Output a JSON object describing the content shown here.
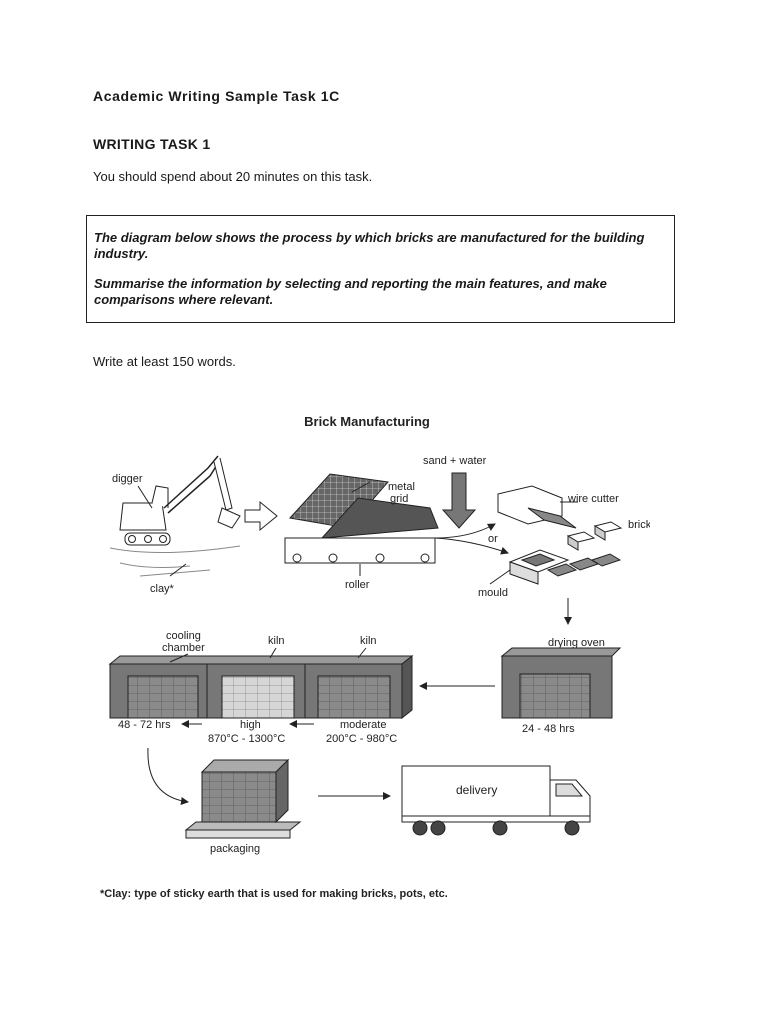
{
  "document": {
    "heading": "Academic Writing Sample Task 1C",
    "task_title": "WRITING TASK 1",
    "instruction": "You should spend about 20 minutes on this task.",
    "prompt": {
      "line1": "The diagram below shows the process by which bricks are manufactured for the building industry.",
      "line2": "Summarise the information by selecting and reporting the main features, and make comparisons where relevant."
    },
    "word_count": "Write at least 150 words."
  },
  "diagram": {
    "title": "Brick Manufacturing",
    "labels": {
      "digger": "digger",
      "clay": "clay*",
      "metal_grid_1": "metal",
      "metal_grid_2": "grid",
      "roller": "roller",
      "sand_water": "sand + water",
      "or": "or",
      "wire_cutter": "wire cutter",
      "bricks": "bricks",
      "mould": "mould",
      "drying_oven": "drying oven",
      "drying_time": "24 - 48 hrs",
      "kiln_moderate": "kiln",
      "kiln_high": "kiln",
      "cooling_1": "cooling",
      "cooling_2": "chamber",
      "moderate": "moderate",
      "moderate_temp": "200°C - 980°C",
      "high": "high",
      "high_temp": "870°C - 1300°C",
      "cooling_time": "48 - 72 hrs",
      "packaging": "packaging",
      "delivery": "delivery"
    },
    "footnote": "*Clay: type of sticky earth that is used for making bricks, pots, etc."
  }
}
